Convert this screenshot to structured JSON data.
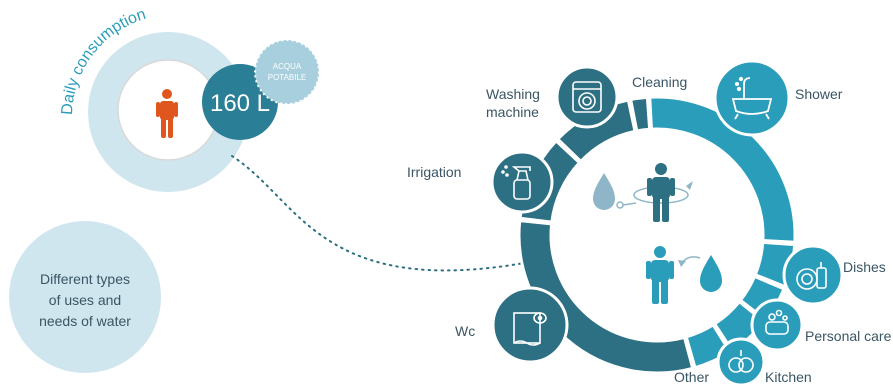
{
  "daily": {
    "title": "Daily consumption",
    "value": "160 L",
    "badge_line1": "ACQUA",
    "badge_line2": "POTABILE"
  },
  "info": {
    "line1": "Different types",
    "line2": "of uses and",
    "line3": "needs of water"
  },
  "categories": {
    "cleaning": "Cleaning",
    "shower": "Shower",
    "dishes": "Dishes",
    "personal_care": "Personal care",
    "kitchen": "Kitchen",
    "other": "Other",
    "wc": "Wc",
    "irrigation": "Irrigation",
    "washing_1": "Washing",
    "washing_2": "machine"
  },
  "colors": {
    "light_teal": "#2a9dbb",
    "dark_teal": "#2d6f83",
    "orange": "#e0561f",
    "pale_blue": "#cfe6ee",
    "badge_blue": "#a8cfdd"
  },
  "icons": {
    "center_person": "person-rotate-icon",
    "drop": "water-drop-icon",
    "washing": "washing-machine-icon",
    "irrigation": "spray-bottle-icon",
    "wc": "toilet-paper-icon",
    "shower": "bathtub-icon",
    "dishes": "dish-soap-icon",
    "personal_care": "soap-icon",
    "kitchen": "pot-icon"
  }
}
